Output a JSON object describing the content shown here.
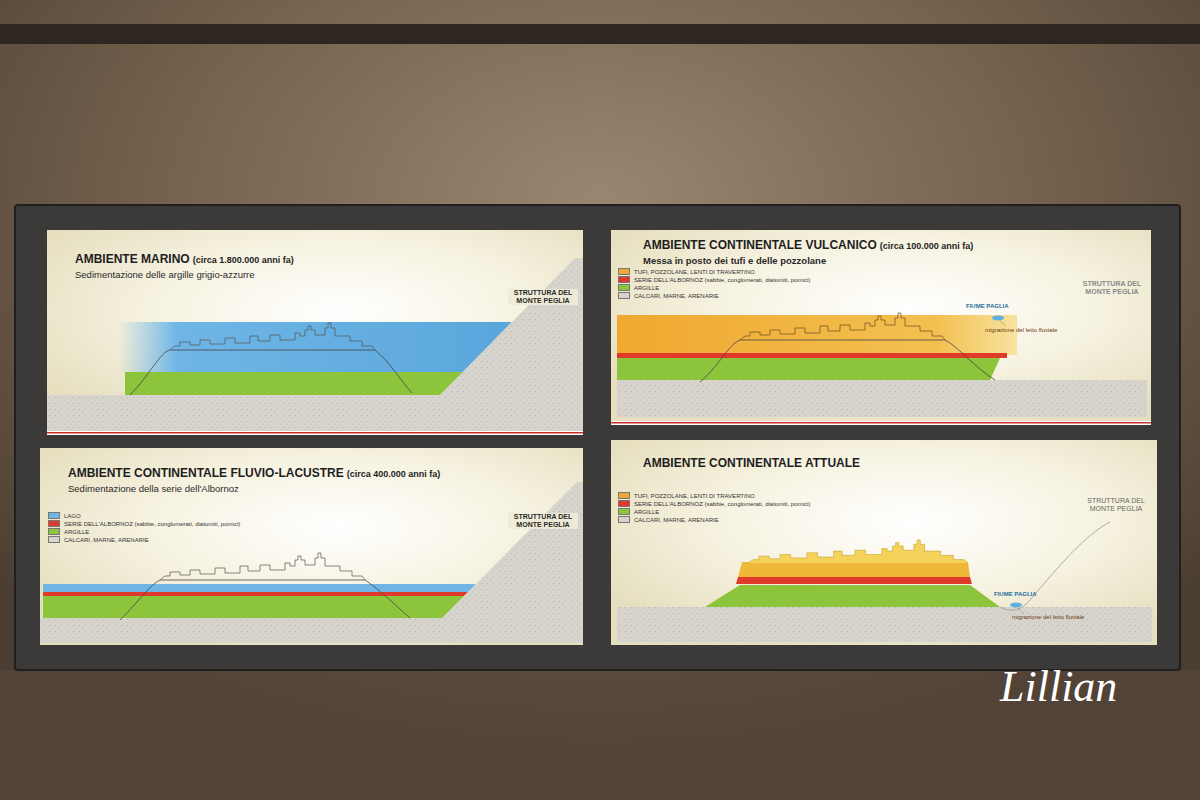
{
  "diagram": {
    "nodes": [
      {
        "text": [
          "AMBIENTE MARINO",
          "(circa 1.800.000 anni fa)",
          "Sedimentazione delle argille grigio-azzurre"
        ]
      },
      {
        "text": [
          "AMBIENTE CONTINENTALE VULCANICO",
          "(circa 100.000 anni fa)",
          "Messa in posto dei tufi e delle pozzolane"
        ]
      },
      {
        "text": [
          "AMBIENTE CONTINENTALE FLUVIO-LACUSTRE",
          "(circa 400.000 anni fa)",
          "Sedimentazione della serie dell'Albornoz"
        ]
      },
      {
        "text": [
          "AMBIENTE CONTINENTALE ATTUALE"
        ]
      }
    ],
    "labels": [
      "STRUTTURA DEL MONTE PEGLIA",
      "FIUME PAGLIA",
      "migrazione del letto fluviale",
      "STRUTTURA DEL MONTE PEGLIA",
      "STRUTTURA DEL MONTE PEGLIA",
      "STRUTTURA DEL MONTE PEGLIA",
      "FIUME PAGLIA",
      "migrazione del letto fluviale",
      "Lillian"
    ],
    "legend": [
      {
        "text": "TUFI, POZZOLANE, LENTI DI TRAVERTINO",
        "color": "#f0a830"
      },
      {
        "text": "SERIE DELL'ALBORNOZ (sabbie, conglomerati, diatomiti, pomici)",
        "color": "#e03a2a"
      },
      {
        "text": "ARGILLE",
        "color": "#8cc43c"
      },
      {
        "text": "CALCARI, MARNE, ARENARIE",
        "color": "#d6d4cd"
      },
      {
        "text": "LAGO",
        "color": "#6fb6e6"
      },
      {
        "text": "SERIE DELL'ALBORNOZ (sabbie, conglomerati, diatomiti, pomici)",
        "color": "#e03a2a"
      },
      {
        "text": "ARGILLE",
        "color": "#8cc43c"
      },
      {
        "text": "CALCARI, MARNE, ARENARIE",
        "color": "#d6d4cd"
      },
      {
        "text": "TUFI, POZZOLANE, LENTI DI TRAVERTINO",
        "color": "#f0a830"
      },
      {
        "text": "SERIE DELL'ALBORNOZ (sabbie, conglomerati, diatomiti, pomici)",
        "color": "#e03a2a"
      },
      {
        "text": "ARGILLE",
        "color": "#8cc43c"
      },
      {
        "text": "CALCARI, MARNE, ARENARIE",
        "color": "#d6d4cd"
      }
    ]
  }
}
